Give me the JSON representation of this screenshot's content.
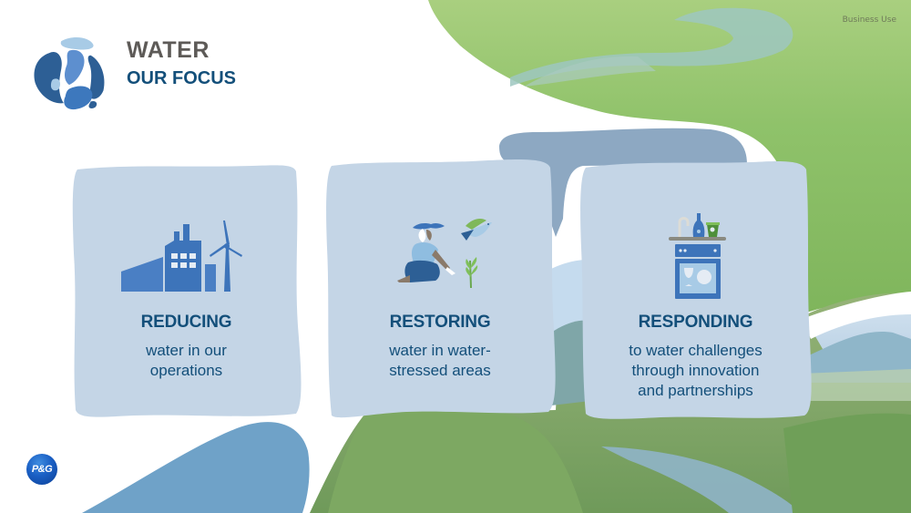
{
  "slide": {
    "classification": "Business Use",
    "title": "WATER",
    "subtitle": "OUR FOCUS",
    "brand_logo_text": "P&G"
  },
  "colors": {
    "heading": "#134f7a",
    "title_gray": "#5d5a57",
    "card_bg": "#c4d5e6",
    "accent_blue": "#3d78bd",
    "mid_blue": "#6f9fc6",
    "slate_blue": "#8da8c2"
  },
  "cards": [
    {
      "icon": "factory-wind-turbine-icon",
      "heading": "REDUCING",
      "lines": [
        "water in our",
        "operations"
      ]
    },
    {
      "icon": "person-planting-bird-icon",
      "heading": "RESTORING",
      "lines": [
        "water in water-",
        "stressed areas"
      ]
    },
    {
      "icon": "dishwasher-sink-icon",
      "heading": "RESPONDING",
      "lines": [
        "to water challenges",
        "through innovation",
        "and partnerships"
      ]
    }
  ]
}
